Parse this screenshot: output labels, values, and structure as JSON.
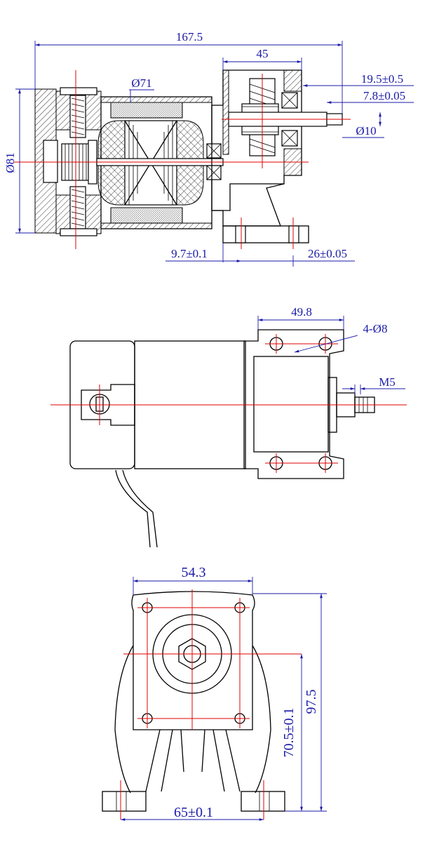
{
  "side_section": {
    "dims": {
      "overall_length": "167.5",
      "housing_diameter": "Ø81",
      "rotor_diameter": "Ø71",
      "gear_width": "45",
      "shaft_length": "19.5±0.5",
      "shaft_step": "7.8±0.05",
      "shaft_diameter": "Ø10",
      "mount_offset": "9.7±0.1",
      "mount_length": "26±0.05"
    }
  },
  "top_view": {
    "dims": {
      "hole_spacing": "49.8",
      "hole_spec": "4-Ø8",
      "thread": "M5"
    }
  },
  "end_view": {
    "dims": {
      "flange_width": "54.3",
      "center_height": "70.5±0.1",
      "total_height": "97.5",
      "foot_spacing": "65±0.1"
    }
  },
  "colors": {
    "outline": "#000000",
    "centerline": "#e00000",
    "dimension": "#1a1aa8"
  }
}
